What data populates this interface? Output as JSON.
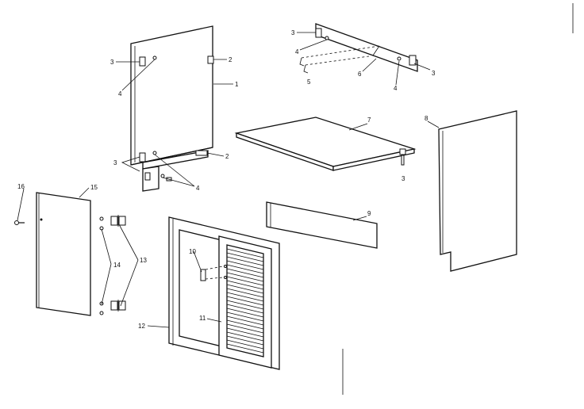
{
  "diagram": {
    "callouts": {
      "c1": "1",
      "c2a": "2",
      "c2b": "2",
      "c3a": "3",
      "c3b": "3",
      "c3c": "3",
      "c3d": "3",
      "c3e": "3",
      "c4a": "4",
      "c4b": "4",
      "c4c": "4",
      "c4d": "4",
      "c5": "5",
      "c6": "6",
      "c7": "7",
      "c8": "8",
      "c9": "9",
      "c10": "10",
      "c11": "11",
      "c12": "12",
      "c13": "13",
      "c14": "14",
      "c15": "15",
      "c16": "16"
    }
  }
}
